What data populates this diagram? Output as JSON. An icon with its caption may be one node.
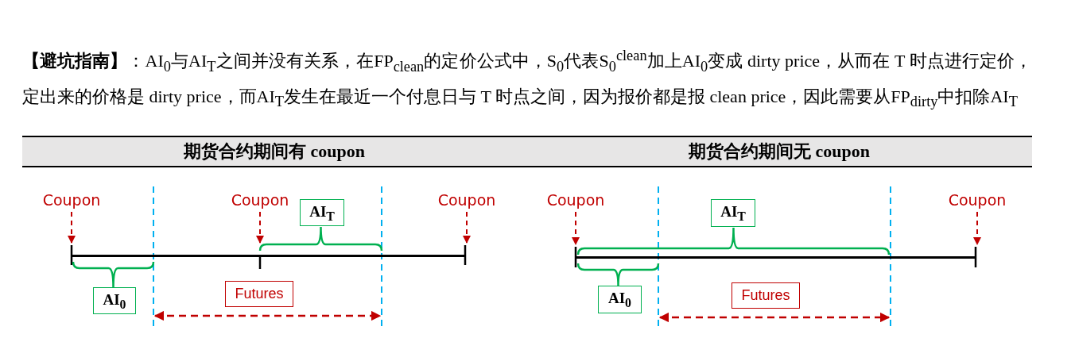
{
  "diagram": {
    "nodes": [
      {
        "text": [
          "期货合约期间有 coupon"
        ]
      },
      {
        "text": [
          "Coupon"
        ]
      },
      {
        "text": [
          "Coupon"
        ]
      },
      {
        "text": [
          "Coupon"
        ]
      },
      {
        "text": [],
        "shape": "bar"
      },
      {
        "text": [
          "AI$_{T}$"
        ]
      },
      {
        "text": [
          "AI$_{0}$"
        ]
      },
      {
        "text": [
          "Futures"
        ]
      },
      {
        "text": [
          "期货合约期间无 coupon"
        ]
      },
      {
        "text": [
          "Coupon"
        ]
      },
      {
        "text": [
          "Coupon"
        ]
      },
      {
        "text": [],
        "shape": "bar"
      },
      {
        "text": [
          "AI$_{T}$"
        ]
      },
      {
        "text": [
          "AI$_{0}$"
        ]
      },
      {
        "text": [
          "Futures"
        ]
      }
    ],
    "edges": [
      {
        "from": 1,
        "to": 4,
        "arrow": "to",
        "style": "dashed"
      },
      {
        "from": 2,
        "to": 4,
        "arrow": "to",
        "style": "dashed"
      },
      {
        "from": 3,
        "to": 4,
        "arrow": "to",
        "style": "dashed"
      },
      {
        "from": 9,
        "to": 11,
        "arrow": "to",
        "style": "dashed"
      },
      {
        "from": 10,
        "to": 11,
        "arrow": "to",
        "style": "dashed"
      }
    ],
    "labels": [
      "**【避坑指南】**：AI$_{0}$与AI$_{T}$之间并没有关系，在FP$_{clean}$的定价公式中，S$_{0}$代表S$_{0}$$^{clean}$加上AI$_{0}$变成 dirty price，从而在 T 时点进行定价，定出来的价格是 dirty price，而AI$_{T}$发生在最近一个付息日与 T 时点之间，因为报价都是报 clean price，因此需要从FP$_{dirty}$中扣除AI$_{T}$"
    ]
  }
}
